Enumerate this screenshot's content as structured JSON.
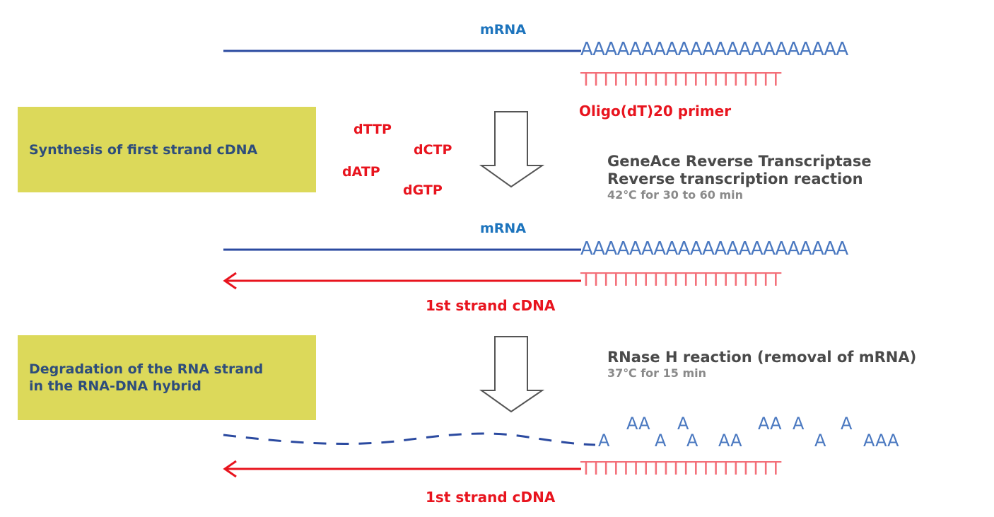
{
  "steps": {
    "first_strand": "Synthesis of first strand cDNA",
    "degradation_line1": "Degradation of the RNA strand",
    "degradation_line2": "in the RNA-DNA hybrid"
  },
  "labels": {
    "mrna_top": "mRNA",
    "mrna_mid": "mRNA",
    "primer": "Oligo(dT)20 primer",
    "first_cdna_mid": "1st strand cDNA",
    "first_cdna_bottom": "1st strand cDNA"
  },
  "nucleotides": {
    "dttp": "dTTP",
    "dctp": "dCTP",
    "datp": "dATP",
    "dgtp": "dGTP"
  },
  "conditions": {
    "rt_line1": "GeneAce Reverse Transcriptase",
    "rt_line2": "Reverse transcription reaction",
    "rt_temp": "42℃ for 30 to 60 min",
    "rnase_line1": "RNase H reaction (removal of mRNA)",
    "rnase_temp": "37℃ for 15 min"
  },
  "sequences": {
    "polyA_top": "AAAAAAAAAAAAAAAAAAAAAA",
    "polyT_top": "TTTTTTTTTTTTTTTTTTTT",
    "polyA_mid": "AAAAAAAAAAAAAAAAAAAAAA",
    "polyT_mid": "TTTTTTTTTTTTTTTTTTTT",
    "polyT_bottom": "TTTTTTTTTTTTTTTTTTTT"
  },
  "fragments": [
    "A",
    "AA",
    "A",
    "A",
    "A",
    "AA",
    "AA",
    "A",
    "A",
    "A",
    "AAA"
  ],
  "colors": {
    "mrna_line": "#2b4aa0",
    "cdna_line": "#e8141e",
    "box_fill": "#dcd95a"
  }
}
